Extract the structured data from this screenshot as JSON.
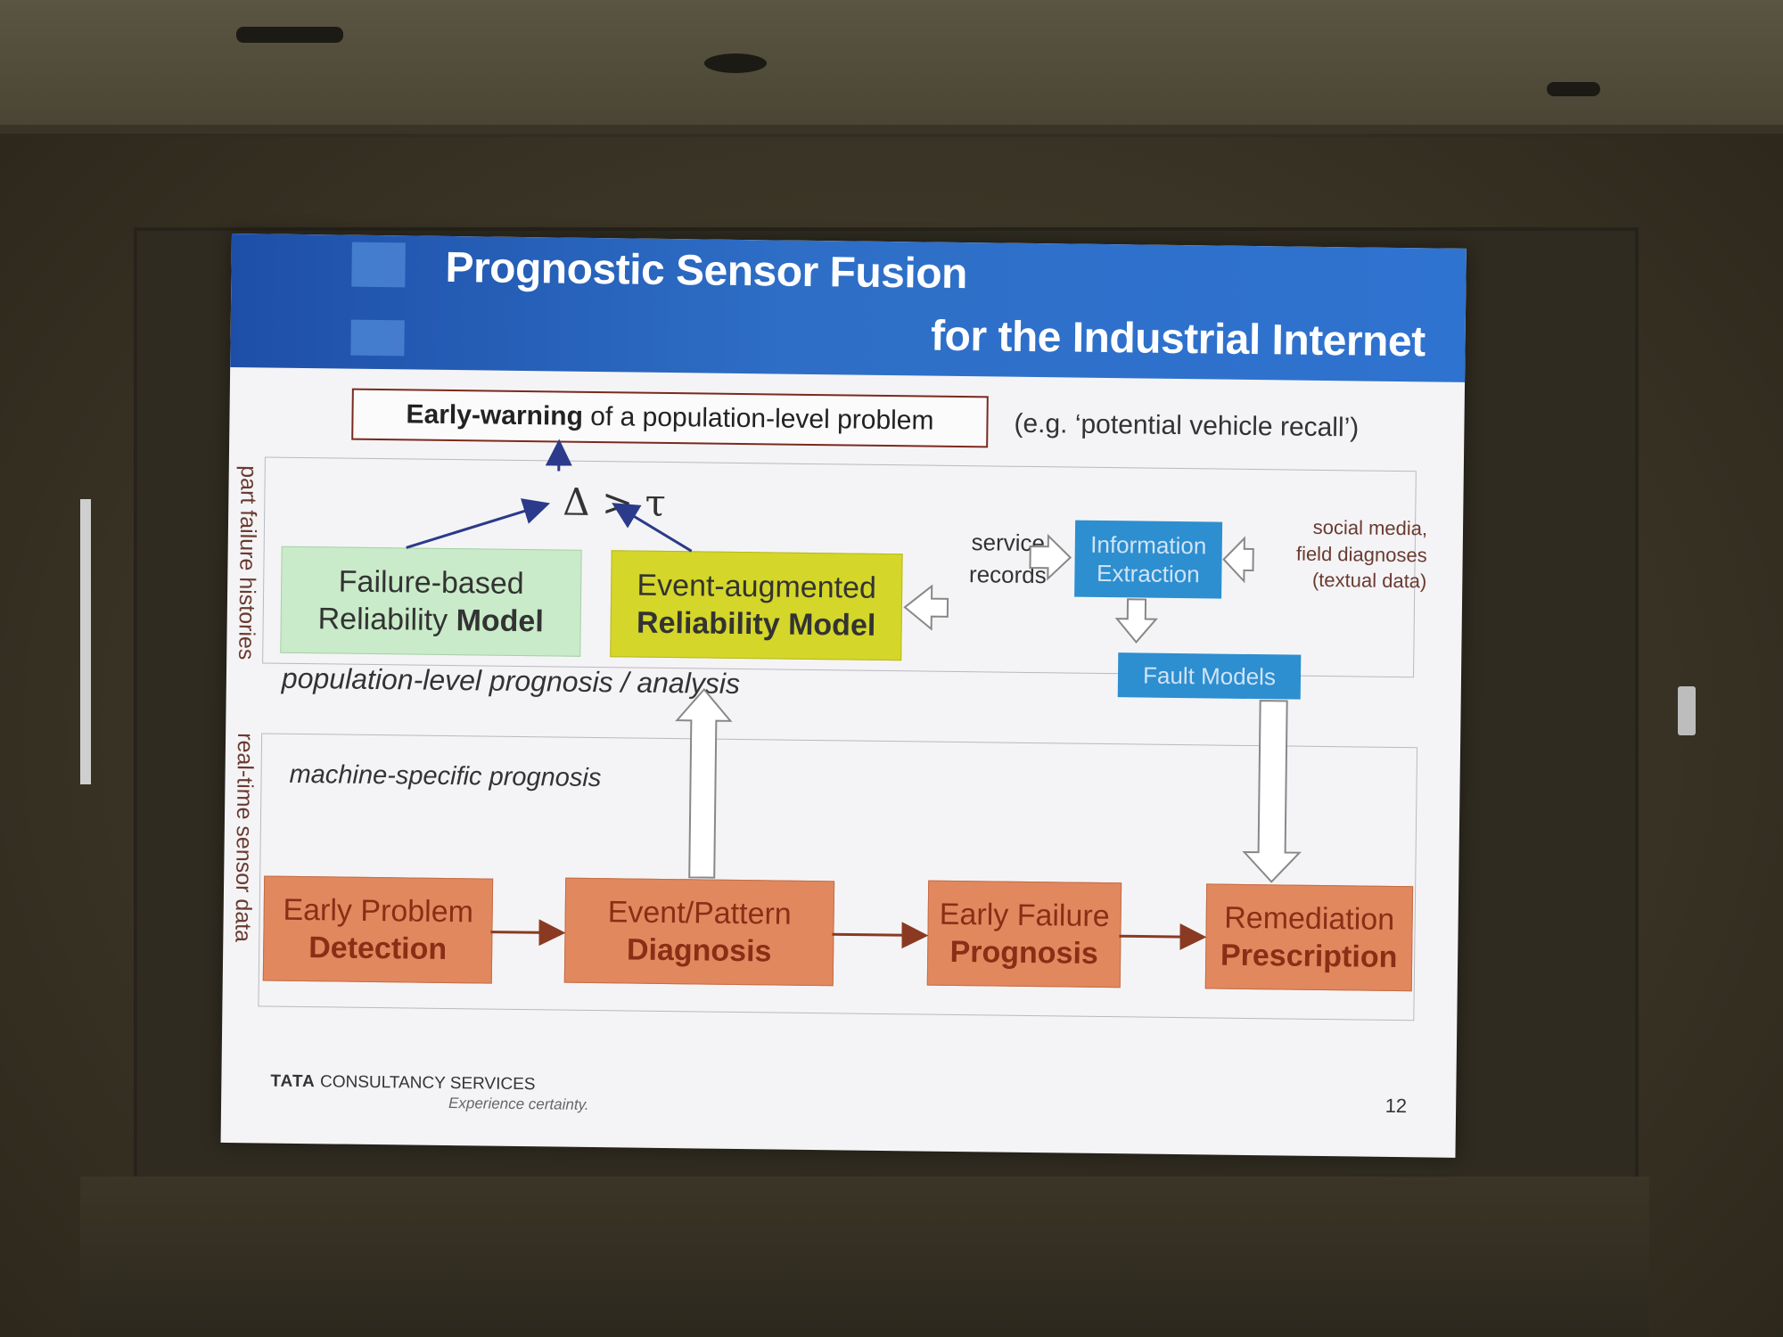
{
  "slide": {
    "title_line1": "Prognostic Sensor Fusion",
    "title_line2": "for the Industrial Internet",
    "early_warning": "Early-warning of a population-level problem",
    "early_warning_bold": "Early-warning",
    "early_warning_rest": " of a population-level problem",
    "early_warning_note": "(e.g. ‘potential vehicle recall’)",
    "delta_expr": "Δ > τ",
    "side_top": "part failure histories",
    "side_bottom": "real-time sensor data",
    "green_line1": "Failure-based",
    "green_line2_plain": "Reliability ",
    "green_line2_bold": "Model",
    "yellow_line1": "Event-augmented",
    "yellow_line2": "Reliability Model",
    "service_line1": "service",
    "service_line2": "records",
    "info_line1": "Information",
    "info_line2": "Extraction",
    "social_line1": "social media,",
    "social_line2": "field diagnoses",
    "social_line3": "(textual data)",
    "fault_models": "Fault  Models",
    "population_label": "population-level prognosis / analysis",
    "machine_label": "machine-specific prognosis",
    "o1_line1": "Early Problem",
    "o1_line2": "Detection",
    "o2_line1": "Event/Pattern",
    "o2_line2": "Diagnosis",
    "o3_line1": "Early Failure",
    "o3_line2": "Prognosis",
    "o4_line1": "Remediation",
    "o4_line2": "Prescription",
    "footer_brand_bold": "TATA",
    "footer_brand_rest": " CONSULTANCY SERVICES",
    "footer_tagline": "Experience certainty.",
    "page_number": "12"
  }
}
